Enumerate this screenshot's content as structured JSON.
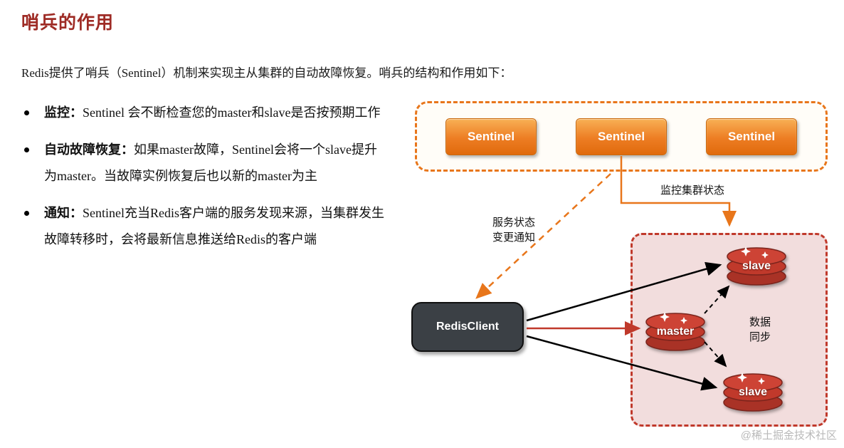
{
  "title": "哨兵的作用",
  "intro": "Redis提供了哨兵（Sentinel）机制来实现主从集群的自动故障恢复。哨兵的结构和作用如下：",
  "bullets": [
    {
      "lead": "监控：",
      "text": "Sentinel 会不断检查您的master和slave是否按预期工作"
    },
    {
      "lead": "自动故障恢复：",
      "text": "如果master故障，Sentinel会将一个slave提升为master。当故障实例恢复后也以新的master为主"
    },
    {
      "lead": "通知：",
      "text": "Sentinel充当Redis客户端的服务发现来源，当集群发生故障转移时，会将最新信息推送给Redis的客户端"
    }
  ],
  "diagram": {
    "sentinels": [
      "Sentinel",
      "Sentinel",
      "Sentinel"
    ],
    "client_label": "RedisClient",
    "nodes": [
      "slave",
      "master",
      "slave"
    ],
    "monitor_label": "监控集群状态",
    "notify_label": [
      "服务状态",
      "变更通知"
    ],
    "sync_label": [
      "数据",
      "同步"
    ],
    "colors": {
      "sentinel_orange": "#ED7D23",
      "cluster_red": "#C0392B",
      "node_red": "#C0392B",
      "client_dark": "#3B4045",
      "title_red": "#9E2B25"
    }
  },
  "watermark": "@稀土掘金技术社区"
}
